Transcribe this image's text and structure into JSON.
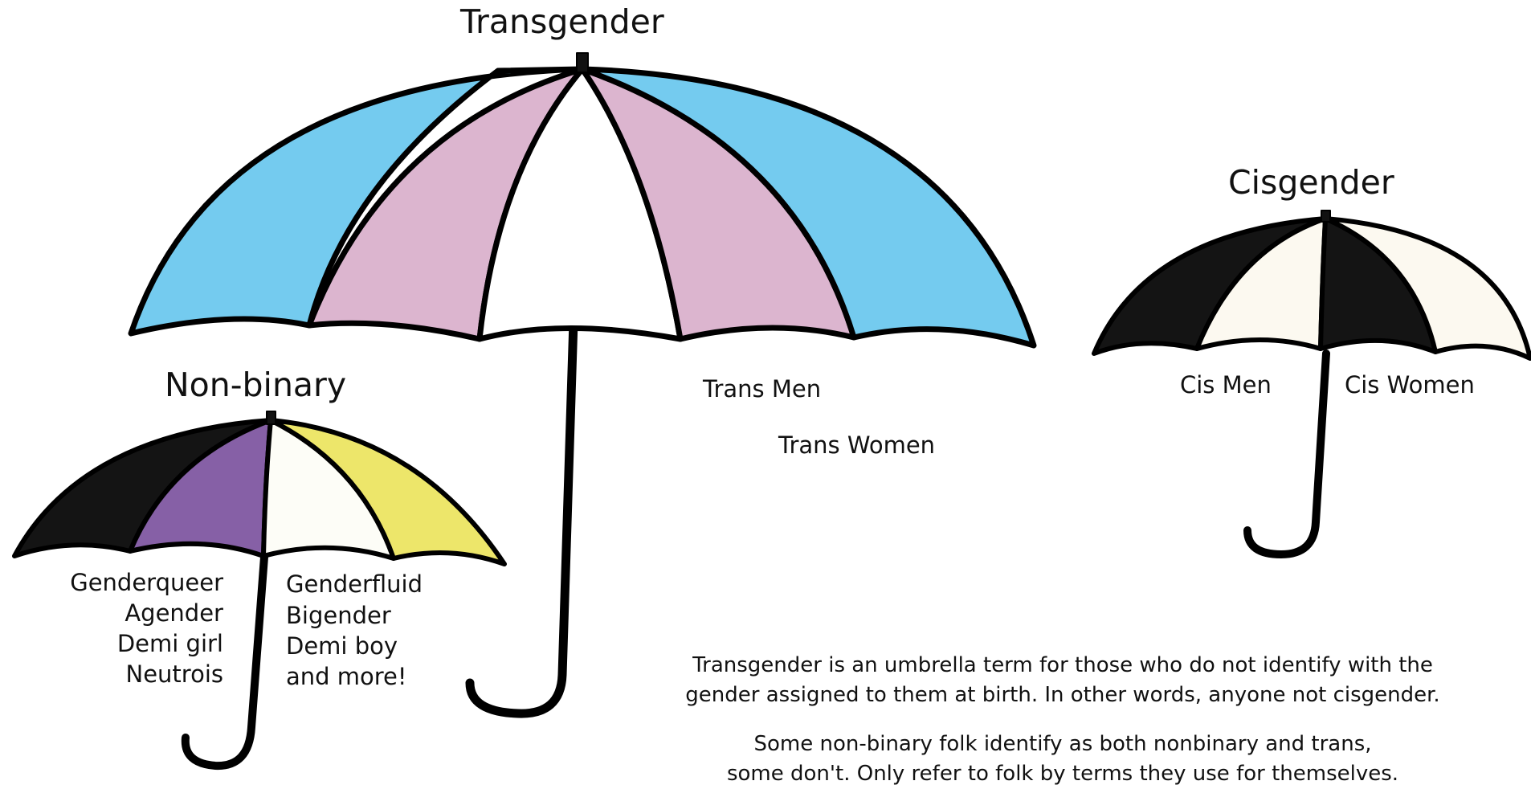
{
  "umbrellas": {
    "transgender": {
      "title": "Transgender",
      "labels": [
        "Trans Men",
        "Trans Women"
      ],
      "colors": {
        "blue": "#74cbef",
        "pink": "#dcb5cf",
        "white": "#ffffff"
      }
    },
    "nonbinary": {
      "title": "Non-binary",
      "left_labels": [
        "Genderqueer",
        "Agender",
        "Demi girl",
        "Neutrois"
      ],
      "right_labels": [
        "Genderfluid",
        "Bigender",
        "Demi boy",
        "and more!"
      ],
      "colors": {
        "black": "#141414",
        "purple": "#8660a6",
        "white": "#fdfdf7",
        "yellow": "#ede66a"
      }
    },
    "cisgender": {
      "title": "Cisgender",
      "labels": [
        "Cis Men",
        "Cis Women"
      ],
      "colors": {
        "black": "#141414",
        "cream": "#fcf9f0"
      }
    }
  },
  "notes": {
    "line1": "Transgender is an umbrella term for those who do not identify with the",
    "line2": "gender assigned to them at birth. In other words, anyone not cisgender.",
    "line3": "Some non-binary folk identify as both nonbinary and trans,",
    "line4": "some don't. Only refer to folk by terms they use for themselves."
  }
}
